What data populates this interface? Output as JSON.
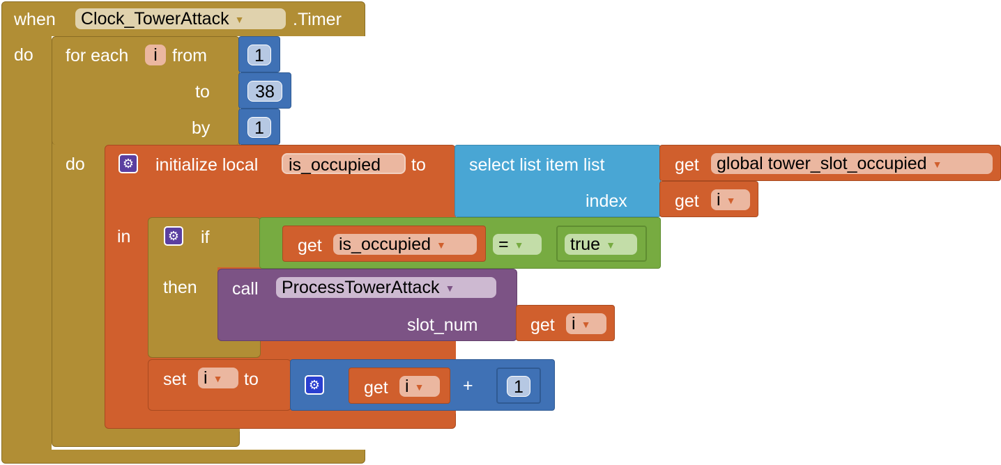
{
  "event": {
    "when": "when",
    "component": "Clock_TowerAttack",
    "event": ".Timer",
    "do": "do"
  },
  "loop": {
    "for_each": "for each",
    "var": "i",
    "from": "from",
    "to": "to",
    "by": "by",
    "do": "do",
    "from_value": "1",
    "to_value": "38",
    "by_value": "1"
  },
  "local": {
    "initialize_local": "initialize local",
    "name": "is_occupied",
    "to": "to",
    "in": "in"
  },
  "select": {
    "label": "select list item  list",
    "index": "index"
  },
  "get_global": {
    "get": "get",
    "name": "global tower_slot_occupied"
  },
  "get_index": {
    "get": "get",
    "name": "i"
  },
  "if_block": {
    "if": "if",
    "then": "then"
  },
  "compare": {
    "get": "get",
    "name": "is_occupied",
    "op": "=",
    "value": "true"
  },
  "call": {
    "call": "call",
    "procedure": "ProcessTowerAttack",
    "param": "slot_num",
    "get": "get",
    "arg": "i"
  },
  "set": {
    "set": "set",
    "var": "i",
    "to": "to",
    "get": "get",
    "get_var": "i",
    "op": "+",
    "value": "1"
  },
  "colors": {
    "event": "#B18E35",
    "variables": "#D05F2D",
    "math": "#3F71B5",
    "lists": "#49A6D4",
    "logic": "#77AB41",
    "procedures": "#7C5385"
  },
  "icons": {
    "mutator": "gear-icon",
    "dropdown": "dropdown-arrow-icon"
  }
}
